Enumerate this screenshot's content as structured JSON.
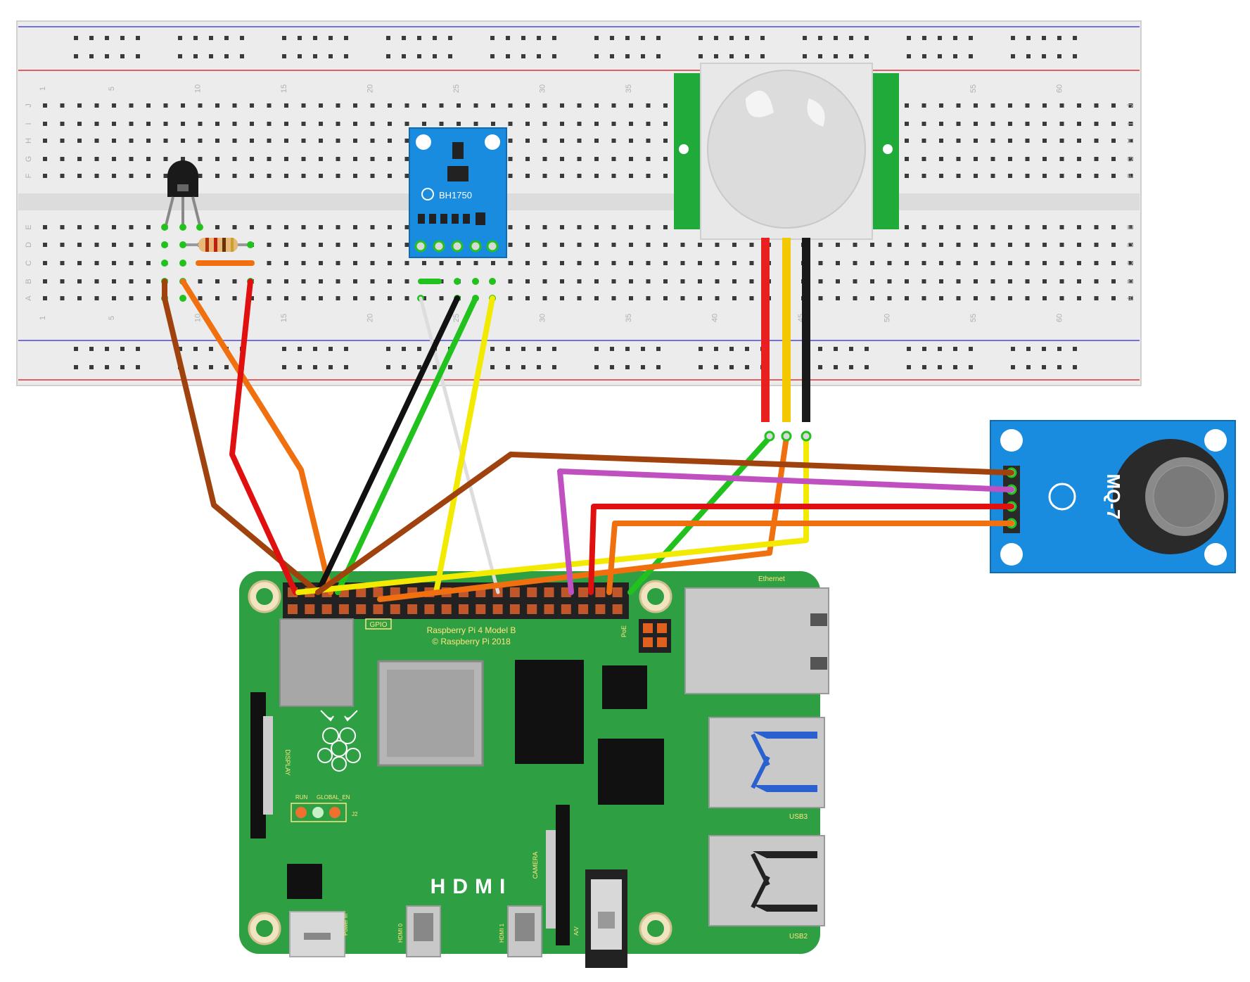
{
  "breadboard": {
    "column_numbers": [
      "1",
      "5",
      "10",
      "15",
      "20",
      "25",
      "30",
      "35",
      "40",
      "45",
      "50",
      "55",
      "60"
    ],
    "row_letters_top": [
      "J",
      "I",
      "H",
      "G",
      "F"
    ],
    "row_letters_bottom": [
      "E",
      "D",
      "C",
      "B",
      "A"
    ]
  },
  "bh1750": {
    "label": "BH1750"
  },
  "mq7": {
    "label": "MQ-7"
  },
  "raspberry_pi": {
    "title": "Raspberry Pi 4 Model B",
    "copyright": "© Raspberry Pi 2018",
    "gpio_label": "GPIO",
    "ethernet_label": "Ethernet",
    "hdmi_label": "HDMI",
    "usb3_label": "USB3",
    "usb2_label": "USB2",
    "display_label": "DISPLAY",
    "camera_label": "CAMERA",
    "power_label": "Power In",
    "poe_label": "PoE",
    "run_label": "RUN",
    "global_en_label": "GLOBAL_EN",
    "j2_label": "J2",
    "hdmi0_label": "HDMI 0",
    "hdmi1_label": "HDMI 1",
    "av_label": "A/V"
  },
  "colors": {
    "board_green": "#2ea043",
    "breadboard": "#e9e9e9",
    "module_blue": "#1a8ce0",
    "wire_brown": "#a0420e",
    "wire_orange": "#f07010",
    "wire_red": "#e01010",
    "wire_black": "#111111",
    "wire_green": "#22c21e",
    "wire_yellow": "#f2ea00",
    "wire_white": "#dddddd",
    "wire_purple": "#c050c0"
  }
}
